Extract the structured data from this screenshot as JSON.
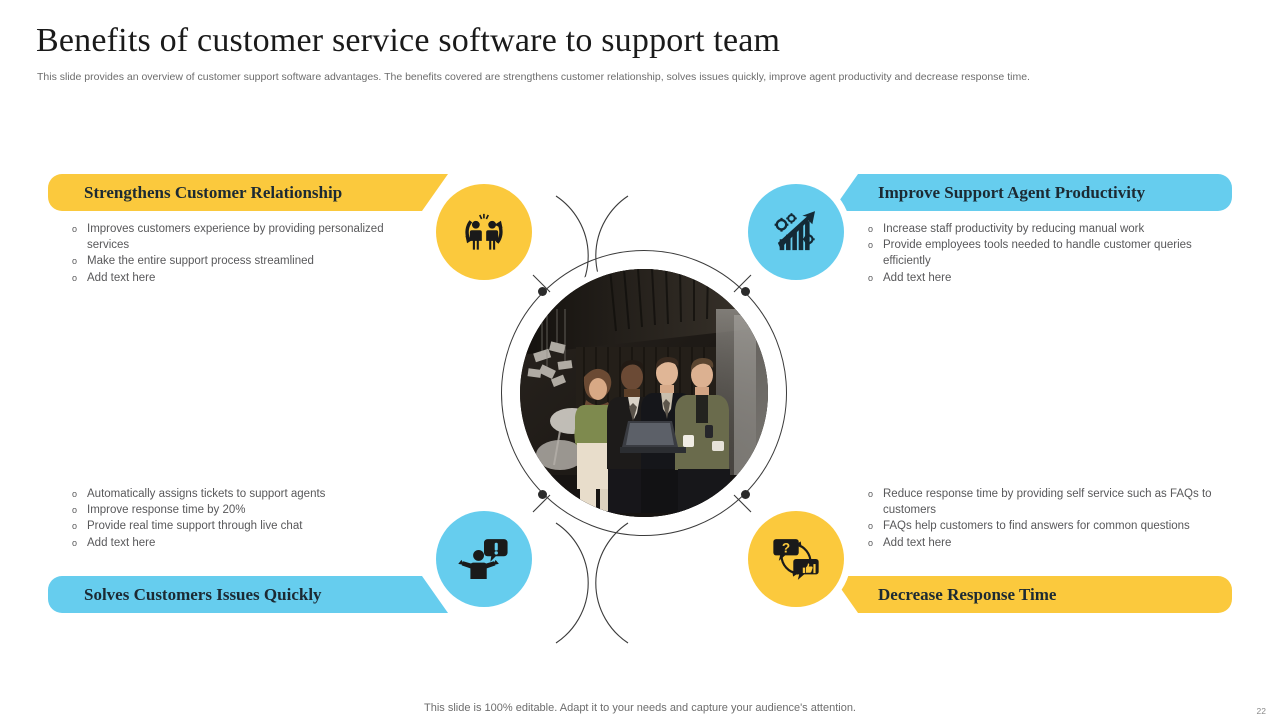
{
  "header": {
    "title": "Benefits of customer service software to support team",
    "subtitle": "This slide provides an overview of customer support software advantages. The benefits covered are strengthens customer relationship, solves issues quickly, improve agent productivity and decrease response time."
  },
  "colors": {
    "yellow": "#fbc93d",
    "blue": "#66cdee",
    "banner_text": "#1c2a33",
    "body_text": "#58585a",
    "line": "#3b3b3b"
  },
  "quadrants": {
    "top_left": {
      "title": "Strengthens Customer Relationship",
      "color": "#fbc93d",
      "icon": "two-people-relationship-icon",
      "bullets": [
        "Improves  customers experience  by providing personalized  services",
        "Make the entire  support  process streamlined",
        "Add text here"
      ]
    },
    "top_right": {
      "title": "Improve Support Agent Productivity",
      "color": "#66cdee",
      "icon": "growth-chart-gears-icon",
      "bullets": [
        "Increase staff productivity  by reducing  manual  work",
        "Provide  employees tools needed  to handle  customer queries  efficiently",
        "Add text here"
      ]
    },
    "bottom_left": {
      "title": "Solves Customers Issues Quickly",
      "color": "#66cdee",
      "icon": "person-alert-bubble-icon",
      "bullets": [
        "Automatically  assigns tickets to support  agents",
        "Improve  response  time by 20%",
        "Provide  real time support  through  live chat",
        "Add text here"
      ]
    },
    "bottom_right": {
      "title": "Decrease Response Time",
      "color": "#fbc93d",
      "icon": "question-answer-bubbles-icon",
      "bullets": [
        "Reduce  response  time by providing  self service  such as FAQs to customers",
        "FAQs help customers to find  answers  for  common questions",
        "Add text here"
      ]
    }
  },
  "center": {
    "image_alt": "team-discussion-photo"
  },
  "footer": {
    "note": "This slide is 100% editable. Adapt it to your needs and capture your audience's attention.",
    "page_number": "22"
  },
  "bullet_marker": "o"
}
